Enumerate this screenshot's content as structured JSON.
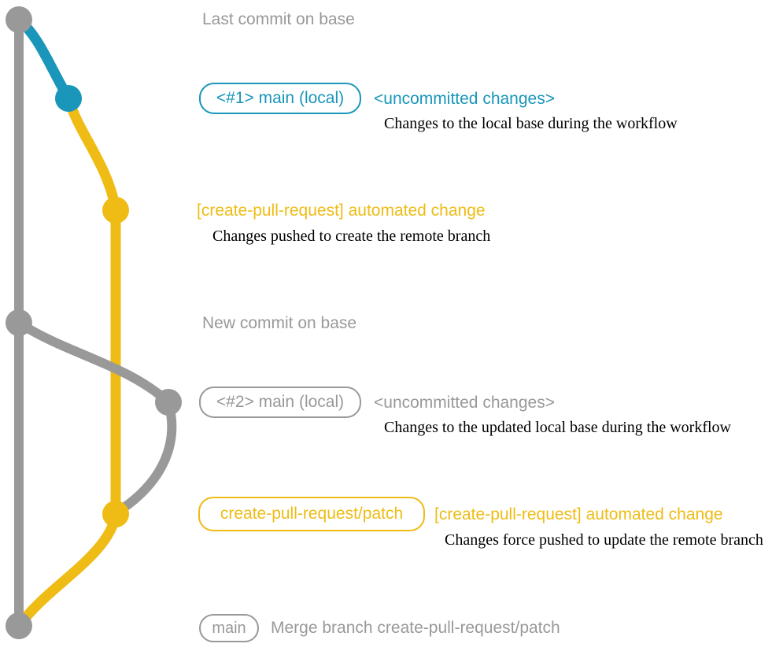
{
  "colors": {
    "gray": "#999999",
    "blue": "#1996ba",
    "yellow": "#eebc15",
    "ink": "#000000"
  },
  "graph": {
    "type": "git-branch-diagram",
    "branches": [
      {
        "name": "base",
        "color": "gray"
      },
      {
        "name": "local-main-changes",
        "color": "blue"
      },
      {
        "name": "create-pull-request-patch",
        "color": "yellow"
      },
      {
        "name": "updated-local-main",
        "color": "gray"
      }
    ],
    "commits": [
      {
        "id": "last-commit-on-base",
        "color": "gray",
        "label": "Last commit on base"
      },
      {
        "id": "local-main-1",
        "color": "blue",
        "label": "<#1> main (local)"
      },
      {
        "id": "automated-change-1",
        "color": "yellow",
        "label": "[create-pull-request] automated change"
      },
      {
        "id": "new-commit-on-base",
        "color": "gray",
        "label": "New commit on base"
      },
      {
        "id": "local-main-2",
        "color": "gray",
        "label": "<#2> main (local)"
      },
      {
        "id": "automated-change-2",
        "color": "yellow",
        "label": "[create-pull-request] automated change"
      },
      {
        "id": "merge-commit",
        "color": "gray",
        "label": "Merge branch create-pull-request/patch"
      }
    ]
  },
  "annotations": {
    "last_commit_label": "Last commit on base",
    "row1": {
      "branch_badge": "<#1> main (local)",
      "status": "<uncommitted changes>",
      "description": "Changes to the local base during the workflow"
    },
    "row2": {
      "commit_message": "[create-pull-request] automated change",
      "description": "Changes pushed to create the remote branch"
    },
    "new_commit_label": "New commit on base",
    "row3": {
      "branch_badge": "<#2> main (local)",
      "status": "<uncommitted changes>",
      "description": "Changes to the updated local base during the workflow"
    },
    "row4": {
      "branch_badge": "create-pull-request/patch",
      "commit_message": "[create-pull-request] automated change",
      "description": "Changes force pushed to update the remote branch"
    },
    "row5": {
      "branch_badge": "main",
      "commit_message": "Merge branch create-pull-request/patch"
    }
  }
}
